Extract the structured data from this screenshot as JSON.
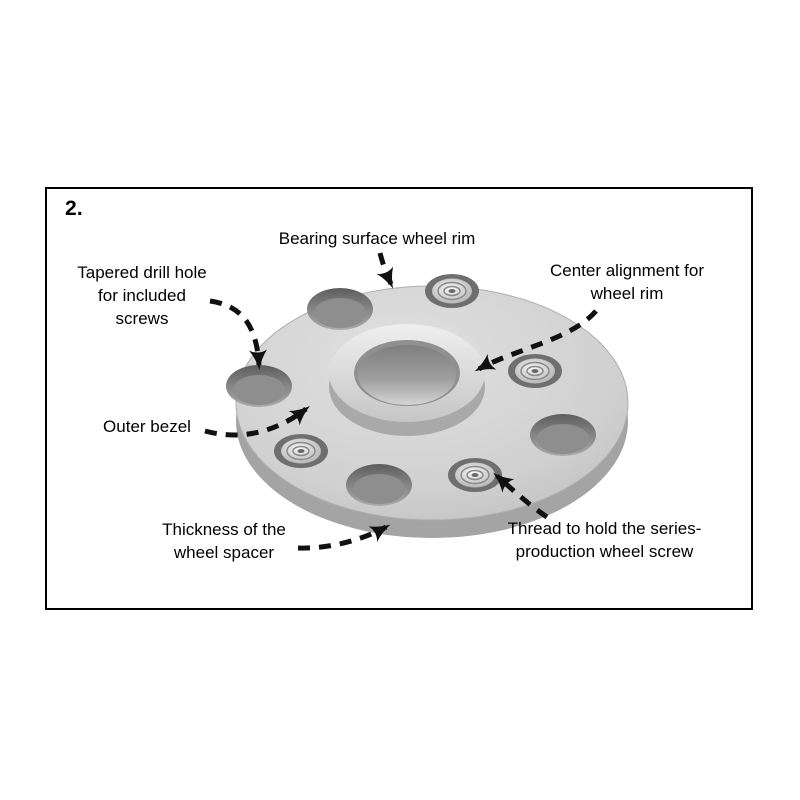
{
  "panel": {
    "step_label": "2."
  },
  "callouts": {
    "bearing_surface": {
      "lines": [
        "Bearing surface wheel rim"
      ]
    },
    "tapered_drill_hole": {
      "lines": [
        "Tapered drill hole",
        "for included",
        "screws"
      ]
    },
    "center_alignment": {
      "lines": [
        "Center alignment for",
        "wheel rim"
      ]
    },
    "outer_bezel": {
      "lines": [
        "Outer bezel"
      ]
    },
    "thickness": {
      "lines": [
        "Thickness of the",
        "wheel spacer"
      ]
    },
    "thread": {
      "lines": [
        "Thread to hold the series-",
        "production wheel screw"
      ]
    }
  },
  "colors": {
    "background": "#ffffff",
    "panel_border": "#000000",
    "text": "#000000",
    "arrow": "#111111",
    "spacer_face": "#cfcfcf",
    "spacer_side": "#a4a4a4",
    "hub_top": "#e0e0e0",
    "hole_dark": "#6f6f6f",
    "thread_bright": "#f0f0f0"
  }
}
